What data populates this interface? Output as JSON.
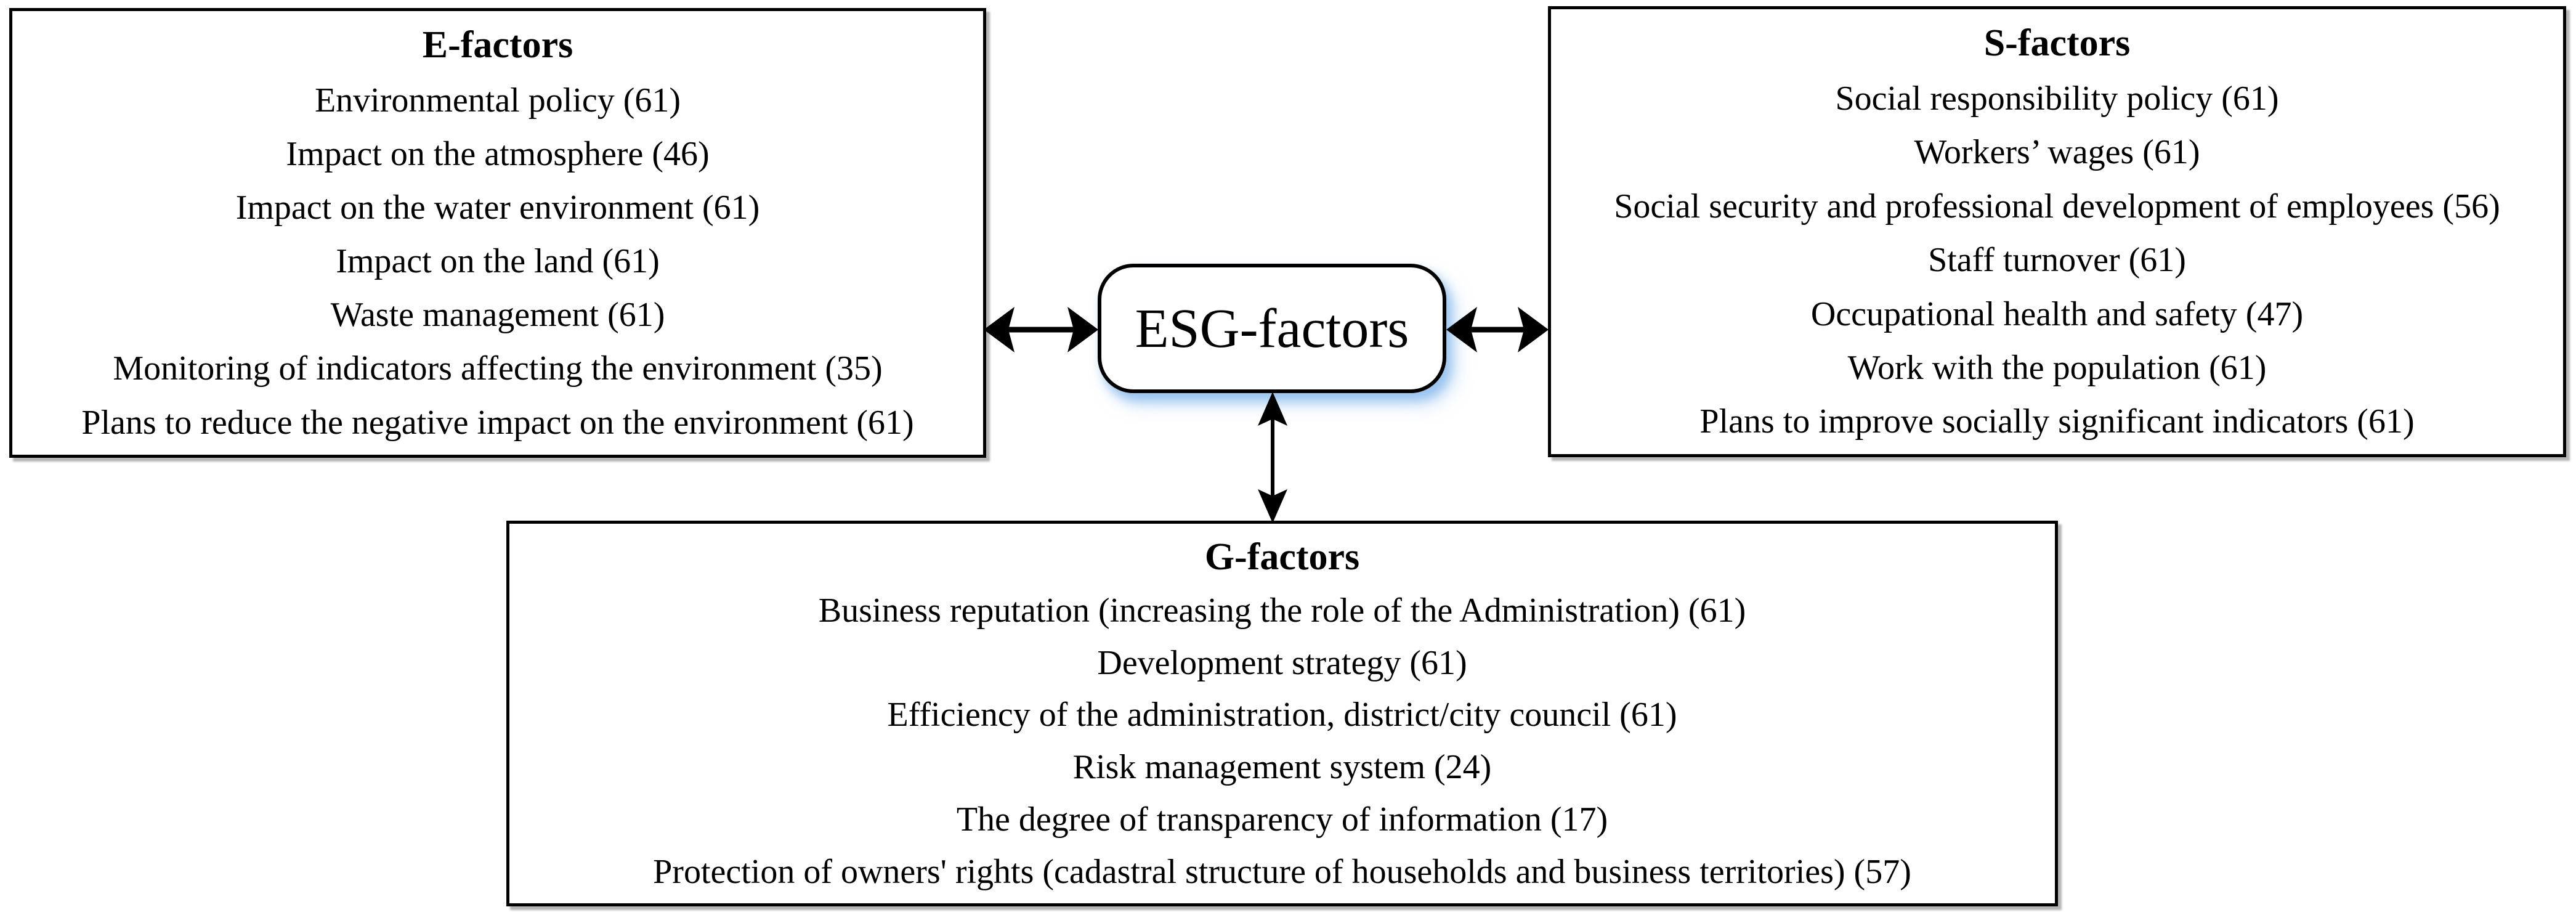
{
  "center": {
    "label": "ESG-factors"
  },
  "e_box": {
    "title": "E-factors",
    "items": [
      "Environmental policy (61)",
      "Impact on the atmosphere (46)",
      "Impact on the water environment (61)",
      "Impact on the land (61)",
      "Waste management (61)",
      "Monitoring of indicators affecting the environment (35)",
      "Plans to reduce the negative impact on the environment (61)"
    ]
  },
  "s_box": {
    "title": "S-factors",
    "items": [
      "Social responsibility policy (61)",
      "Workers’ wages (61)",
      "Social security and professional development of employees (56)",
      "Staff turnover (61)",
      "Occupational health and safety (47)",
      "Work with the population (61)",
      "Plans to improve socially significant indicators (61)"
    ]
  },
  "g_box": {
    "title": "G-factors",
    "items": [
      "Business reputation (increasing the role of the Administration) (61)",
      "Development strategy (61)",
      "Efficiency of the administration, district/city council (61)",
      "Risk management system (24)",
      "The degree of transparency of information (17)",
      "Protection of owners' rights (cadastral structure of households and business territories) (57)"
    ]
  },
  "colors": {
    "text": "#000000",
    "border": "#000000",
    "background": "#ffffff",
    "center_glow": "#94c0ee",
    "arrow": "#000000"
  }
}
